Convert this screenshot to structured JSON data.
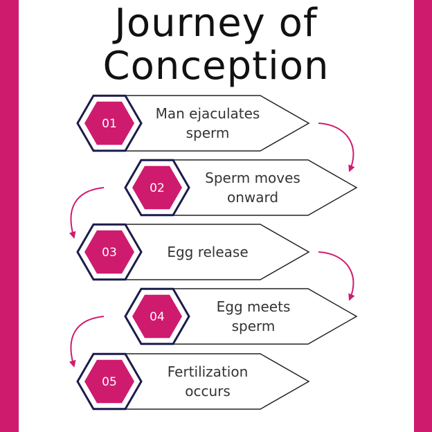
{
  "title": {
    "line1": "Journey of",
    "line2": "Conception"
  },
  "colors": {
    "accent": "#CF1B6E",
    "outline": "#1B1B4B",
    "arrow_stroke": "#222222",
    "text": "#333333"
  },
  "steps": [
    {
      "number": "01",
      "lines": [
        "Man ejaculates",
        "sperm"
      ]
    },
    {
      "number": "02",
      "lines": [
        "Sperm moves",
        "onward"
      ]
    },
    {
      "number": "03",
      "lines": [
        "Egg release"
      ]
    },
    {
      "number": "04",
      "lines": [
        "Egg meets",
        "sperm"
      ]
    },
    {
      "number": "05",
      "lines": [
        "Fertilization",
        "occurs"
      ]
    }
  ]
}
